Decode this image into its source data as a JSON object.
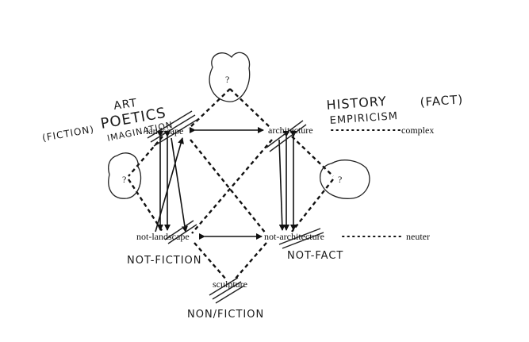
{
  "diagram": {
    "nodes": {
      "landscape": "landscape",
      "architecture": "architecture",
      "not_landscape": "not-landscape",
      "not_architecture": "not-architecture",
      "sculpture": "sculpture",
      "top_unknown": "?",
      "left_unknown": "?",
      "right_unknown": "?"
    },
    "terms": {
      "complex": "complex",
      "neuter": "neuter"
    },
    "annotations": {
      "art": "ART",
      "fiction": "(FICTION)",
      "poetics": "POETICS",
      "imagination": "IMAGINATION",
      "history": "HISTORY",
      "fact": "(FACT)",
      "empiricism": "EMPIRICISM",
      "not_fiction": "NOT-FICTION",
      "not_fact": "NOT-FACT",
      "non_fiction": "NON/FICTION"
    }
  }
}
